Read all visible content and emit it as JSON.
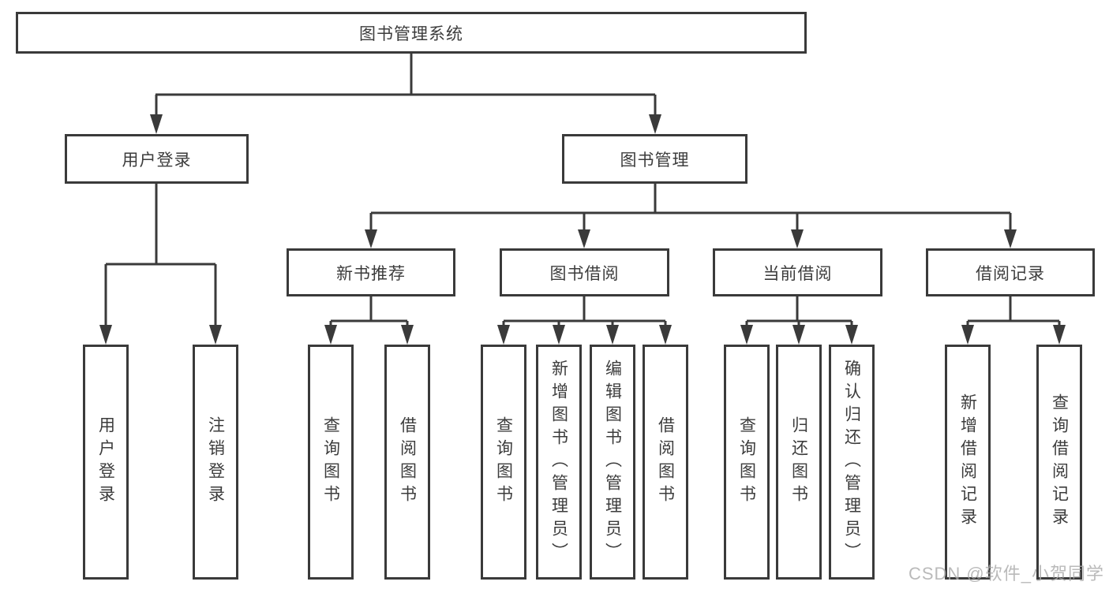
{
  "diagram": {
    "type": "tree-functional-structure",
    "nodes": {
      "root": {
        "label": "图书管理系统"
      },
      "user_login": {
        "label": "用户登录"
      },
      "book_mgmt": {
        "label": "图书管理"
      },
      "new_book": {
        "label": "新书推荐"
      },
      "book_borrow": {
        "label": "图书借阅"
      },
      "current_borrow": {
        "label": "当前借阅"
      },
      "borrow_record": {
        "label": "借阅记录"
      },
      "leaves": {
        "user_login_1": {
          "label": "用户登录"
        },
        "user_login_2": {
          "label": "注销登录"
        },
        "new_book_1": {
          "label": "查询图书"
        },
        "new_book_2": {
          "label": "借阅图书"
        },
        "borrow_1": {
          "label": "查询图书"
        },
        "borrow_2": {
          "label": "新增图书（管理员）"
        },
        "borrow_3": {
          "label": "编辑图书（管理员）"
        },
        "borrow_4": {
          "label": "借阅图书"
        },
        "current_1": {
          "label": "查询图书"
        },
        "current_2": {
          "label": "归还图书"
        },
        "current_3": {
          "label": "确认归还（管理员）"
        },
        "record_1": {
          "label": "新增借阅记录"
        },
        "record_2": {
          "label": "查询借阅记录"
        }
      }
    },
    "edges": [
      "图书管理系统→用户登录",
      "图书管理系统→图书管理",
      "用户登录→用户登录",
      "用户登录→注销登录",
      "图书管理→新书推荐",
      "图书管理→图书借阅",
      "图书管理→当前借阅",
      "图书管理→借阅记录",
      "新书推荐→查询图书",
      "新书推荐→借阅图书",
      "图书借阅→查询图书",
      "图书借阅→新增图书（管理员）",
      "图书借阅→编辑图书（管理员）",
      "图书借阅→借阅图书",
      "当前借阅→查询图书",
      "当前借阅→归还图书",
      "当前借阅→确认归还（管理员）",
      "借阅记录→新增借阅记录",
      "借阅记录→查询借阅记录"
    ],
    "colors": {
      "line": "#3a3a3a",
      "text": "#3c3c3c",
      "background": "#ffffff",
      "watermark": "#a9a9a9"
    }
  },
  "watermark": {
    "text": "CSDN @软件_小贺同学"
  }
}
